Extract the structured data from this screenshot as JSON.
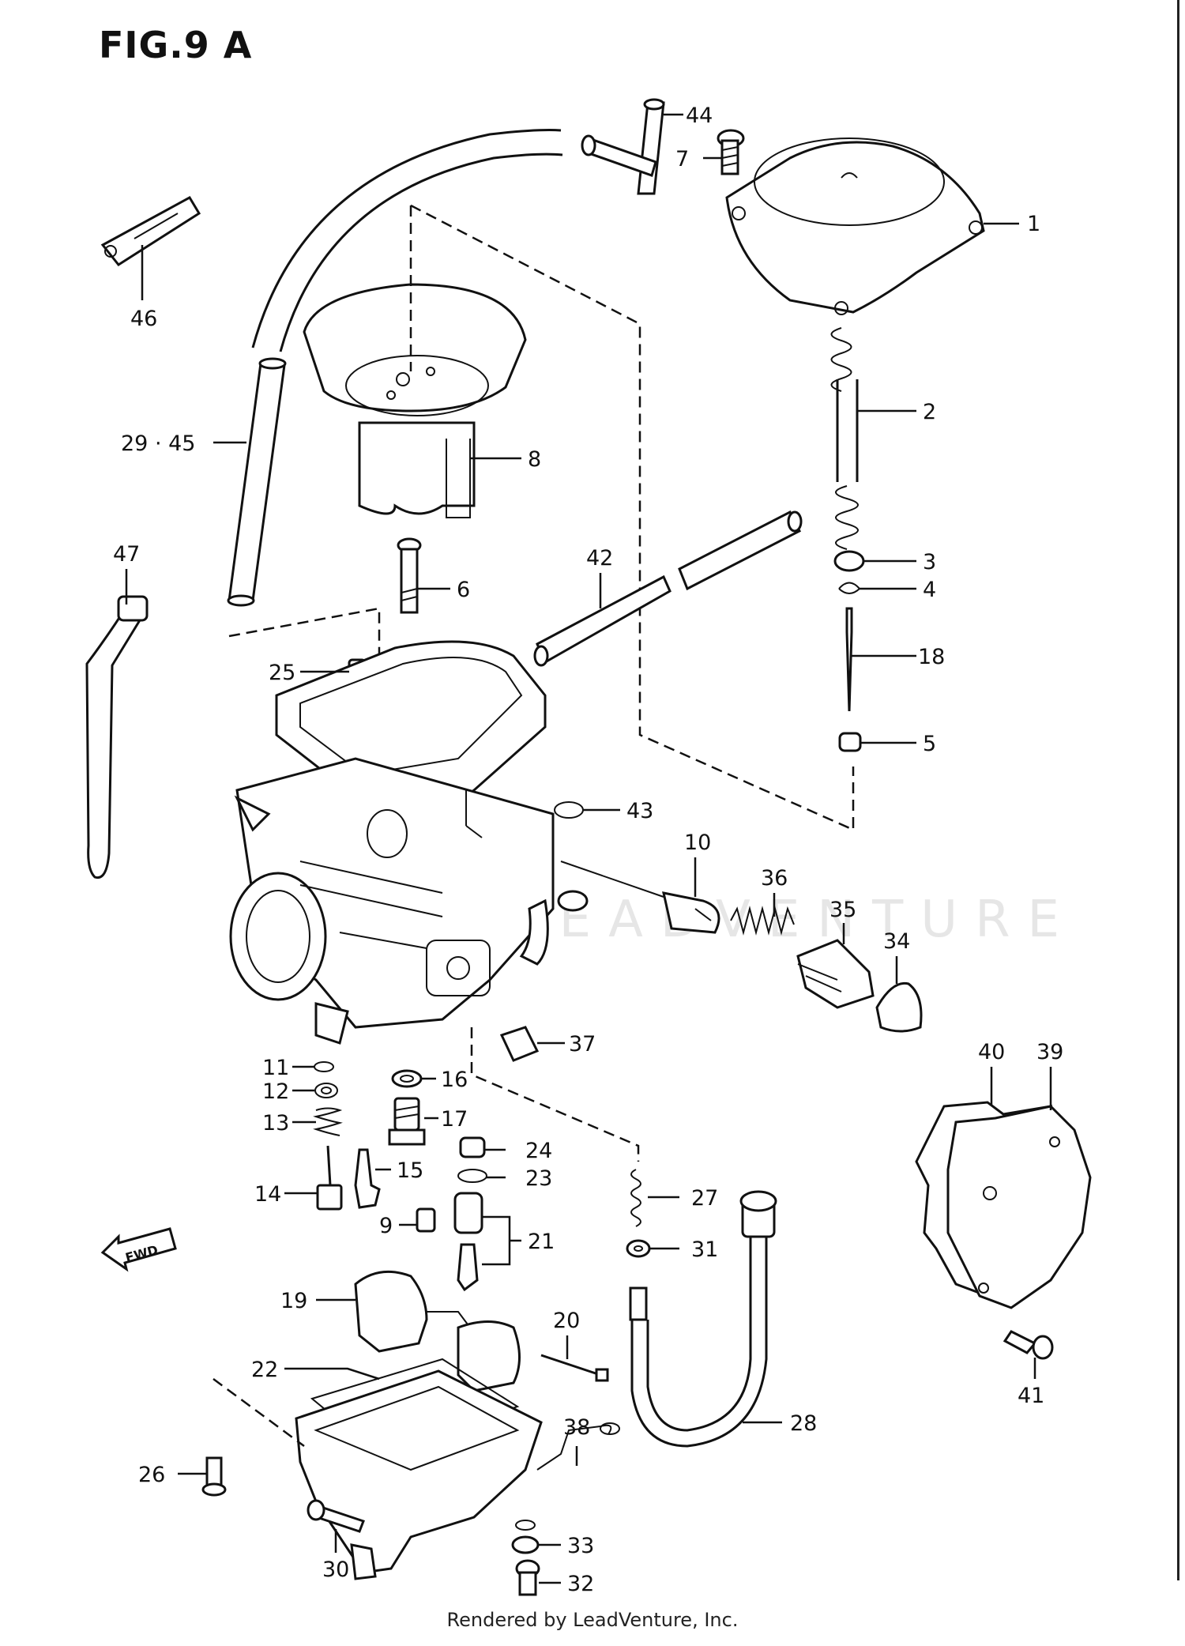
{
  "figure": {
    "title": "FIG.9 A"
  },
  "footer": {
    "text": "Rendered by LeadVenture, Inc."
  },
  "watermark": {
    "text": "LEADVENTURE"
  },
  "callouts": [
    {
      "id": "c1",
      "label": "1"
    },
    {
      "id": "c2",
      "label": "2"
    },
    {
      "id": "c3",
      "label": "3"
    },
    {
      "id": "c4",
      "label": "4"
    },
    {
      "id": "c18",
      "label": "18"
    },
    {
      "id": "c5",
      "label": "5"
    },
    {
      "id": "c44",
      "label": "44"
    },
    {
      "id": "c7",
      "label": "7"
    },
    {
      "id": "c46",
      "label": "46"
    },
    {
      "id": "c29",
      "label": "29 · 45"
    },
    {
      "id": "c8",
      "label": "8"
    },
    {
      "id": "c47",
      "label": "47"
    },
    {
      "id": "c6",
      "label": "6"
    },
    {
      "id": "c42",
      "label": "42"
    },
    {
      "id": "c25",
      "label": "25"
    },
    {
      "id": "c43",
      "label": "43"
    },
    {
      "id": "c10",
      "label": "10"
    },
    {
      "id": "c36",
      "label": "36"
    },
    {
      "id": "c35",
      "label": "35"
    },
    {
      "id": "c34",
      "label": "34"
    },
    {
      "id": "c37",
      "label": "37"
    },
    {
      "id": "c40",
      "label": "40"
    },
    {
      "id": "c39",
      "label": "39"
    },
    {
      "id": "c11",
      "label": "11"
    },
    {
      "id": "c12",
      "label": "12"
    },
    {
      "id": "c16",
      "label": "16"
    },
    {
      "id": "c13",
      "label": "13"
    },
    {
      "id": "c17",
      "label": "17"
    },
    {
      "id": "c24",
      "label": "24"
    },
    {
      "id": "c15",
      "label": "15"
    },
    {
      "id": "c23",
      "label": "23"
    },
    {
      "id": "c14",
      "label": "14"
    },
    {
      "id": "c27",
      "label": "27"
    },
    {
      "id": "c9",
      "label": "9"
    },
    {
      "id": "c21",
      "label": "21"
    },
    {
      "id": "c31",
      "label": "31"
    },
    {
      "id": "c19",
      "label": "19"
    },
    {
      "id": "c20",
      "label": "20"
    },
    {
      "id": "c41",
      "label": "41"
    },
    {
      "id": "c22",
      "label": "22"
    },
    {
      "id": "c28",
      "label": "28"
    },
    {
      "id": "c38",
      "label": "38"
    },
    {
      "id": "c26",
      "label": "26"
    },
    {
      "id": "c33",
      "label": "33"
    },
    {
      "id": "c30",
      "label": "30"
    },
    {
      "id": "c32",
      "label": "32"
    }
  ],
  "fwd_arrow": {
    "text": "FWD"
  }
}
